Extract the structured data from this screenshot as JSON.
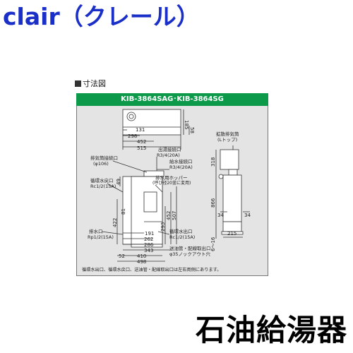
{
  "header": {
    "brand": "clair（クレール）"
  },
  "section": {
    "label": "寸法図"
  },
  "model": {
    "name": "KIB-3864SAG･KIB-3864SG"
  },
  "labels": {
    "exhaust": "排気筒接続口",
    "exhaust_d": "(φ106)",
    "hot_out": "出湯接続口",
    "hot_out_size": "R3/4(20A)",
    "water_in": "給水接続口",
    "water_in_size": "R3/4(20A)",
    "cycle_return": "循環水戻口",
    "cycle_return_size": "Rc1/2(15A)",
    "hopper": "排水用ホッパー",
    "hopper_note": "(呼び径20釜に変用)",
    "drain": "排水口",
    "drain_size": "Rp1/2(15A)",
    "cycle_out": "循環水出口",
    "cycle_out_size": "Rc1/2(15A)",
    "knockout": "送油管・配線取出口",
    "knockout_d": "φ35ノックアウト穴",
    "spread_cap": "拡散排気筒",
    "spread_cap_sub": "(Lトップ)",
    "footnote": "循環水出口、循環水戻口、送油管・配線取出口は左右両側にあります。"
  },
  "dims": {
    "d131": "131",
    "d298": "298",
    "d452": "452",
    "d515": "515",
    "d185": "185",
    "d58": "58",
    "d49": "49",
    "d81": "81",
    "d422": "422",
    "d293": "293",
    "d452b": "452",
    "d507": "507",
    "d191": "191",
    "d262": "262",
    "d286": "286",
    "d343": "343",
    "d410": "410",
    "d498": "498",
    "d52": "52",
    "d318": "318",
    "d866": "866",
    "d34": "34",
    "d34b": "34",
    "d215": "215",
    "d6_16": "6～16"
  },
  "product": {
    "name": "石油給湯器"
  }
}
